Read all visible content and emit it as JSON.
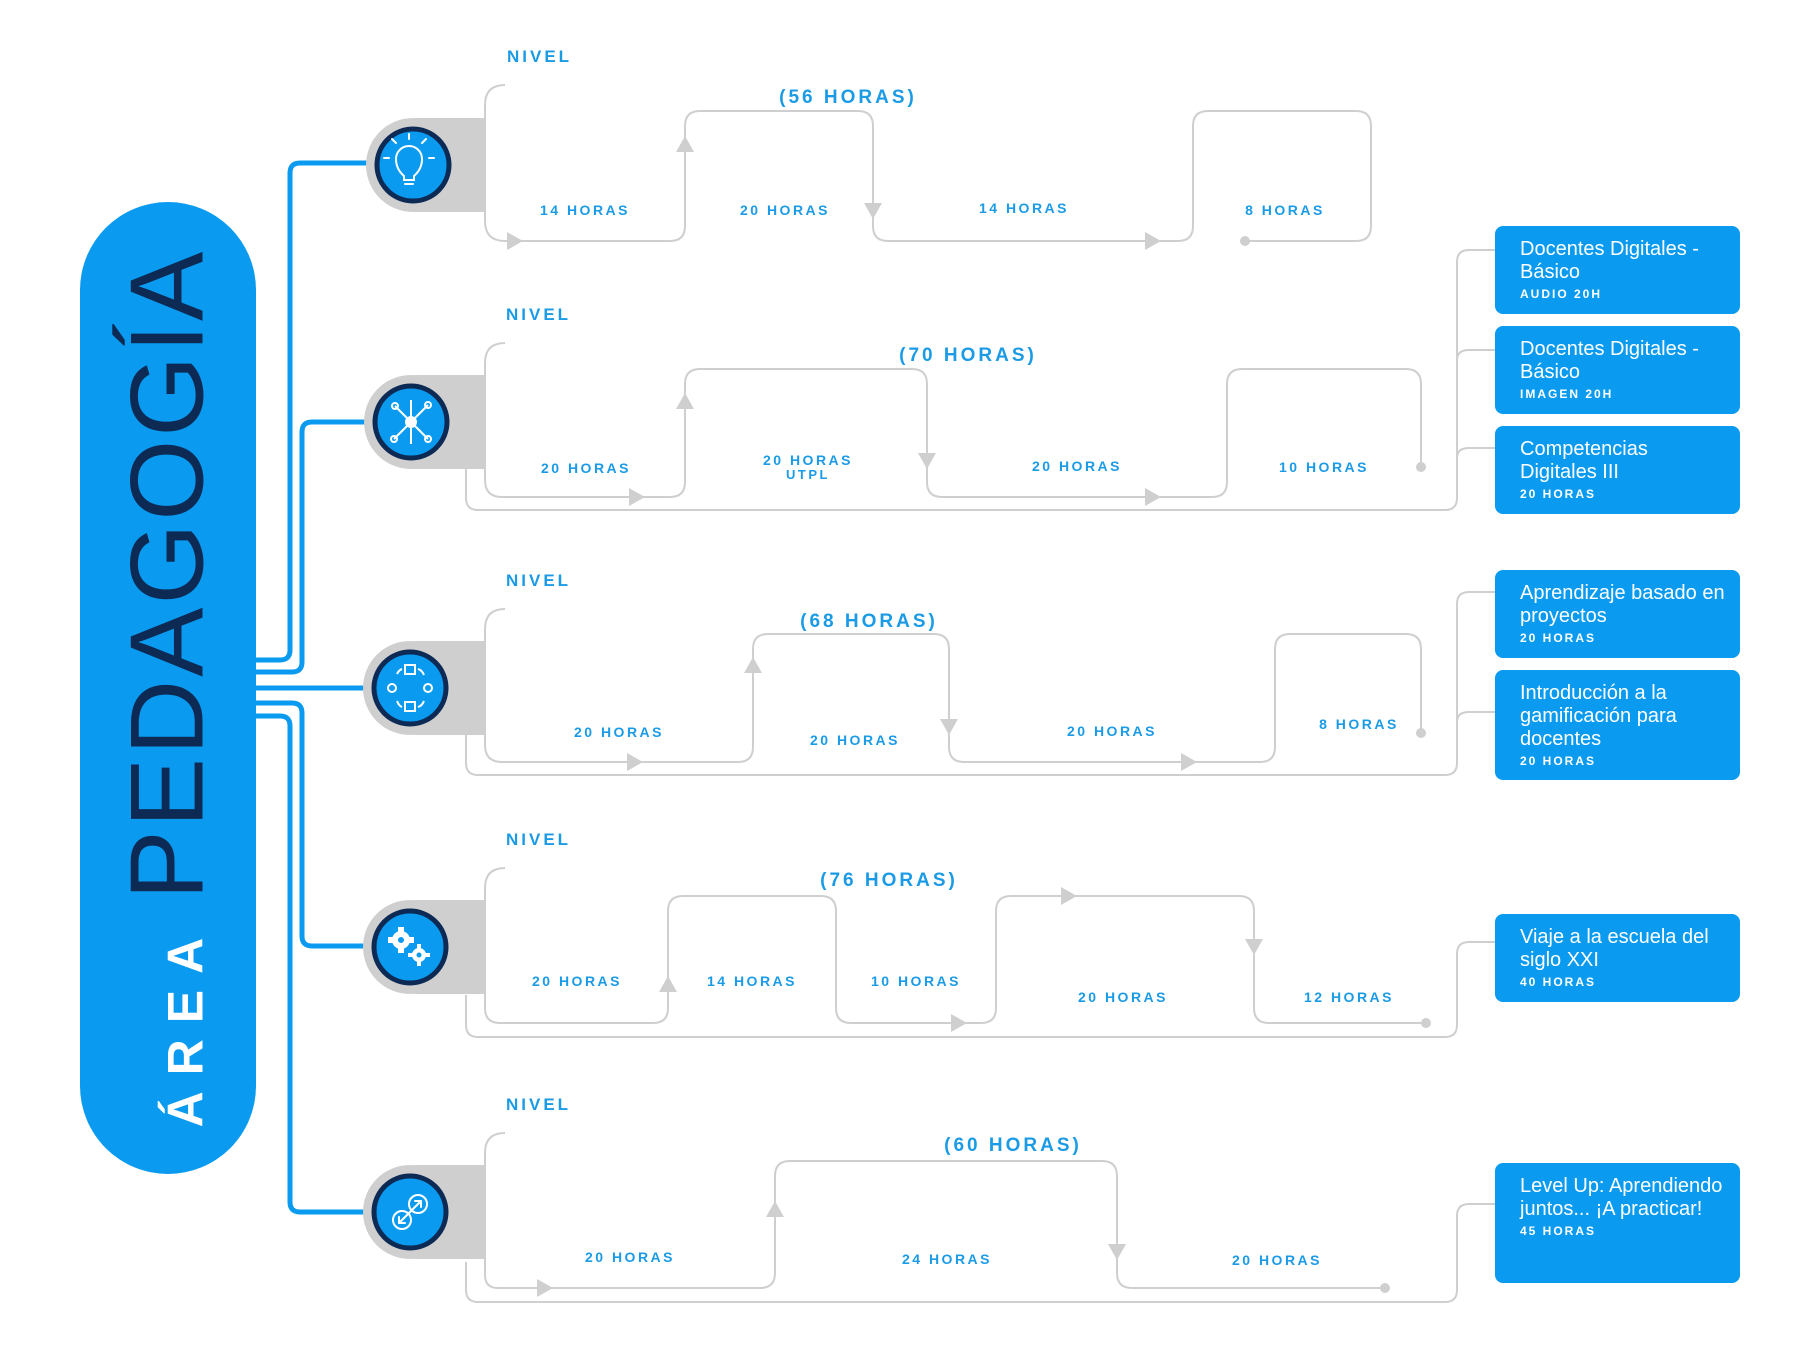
{
  "title": {
    "prefix": "ÁREA",
    "main": "PEDAGOGÍA"
  },
  "colors": {
    "accent": "#0a9bf0",
    "dark": "#0d2a55",
    "path": "#cfcfcf",
    "label": "#1b9be6"
  },
  "levels": [
    {
      "nivel": "NIVEL",
      "total": "(56 HORAS)",
      "icon": "lightbulb-icon",
      "labels": [
        "14 HORAS",
        "20 HORAS",
        "14 HORAS",
        "8 HORAS"
      ]
    },
    {
      "nivel": "NIVEL",
      "total": "(70 HORAS)",
      "icon": "network-icon",
      "labels": [
        "20 HORAS",
        "20 HORAS",
        "UTPL",
        "20 HORAS",
        "10 HORAS"
      ]
    },
    {
      "nivel": "NIVEL",
      "total": "(68 HORAS)",
      "icon": "cycle-icon",
      "labels": [
        "20 HORAS",
        "20 HORAS",
        "20 HORAS",
        "8 HORAS"
      ]
    },
    {
      "nivel": "NIVEL",
      "total": "(76 HORAS)",
      "icon": "gears-icon",
      "labels": [
        "20 HORAS",
        "14 HORAS",
        "10 HORAS",
        "20 HORAS",
        "12 HORAS"
      ]
    },
    {
      "nivel": "NIVEL",
      "total": "(60 HORAS)",
      "icon": "link-icon",
      "labels": [
        "20 HORAS",
        "24 HORAS",
        "20 HORAS"
      ]
    }
  ],
  "courses": [
    {
      "title": "Docentes Digitales - Básico",
      "hours": "AUDIO 20H"
    },
    {
      "title": "Docentes Digitales - Básico",
      "hours": "IMAGEN 20H"
    },
    {
      "title": "Competencias Digitales III",
      "hours": "20 HORAS"
    },
    {
      "title": "Aprendizaje basado en proyectos",
      "hours": "20 HORAS"
    },
    {
      "title": "Introducción a la gamificación para docentes",
      "hours": "20 HORAS"
    },
    {
      "title": "Viaje a la escuela del siglo XXI",
      "hours": "40 HORAS"
    },
    {
      "title": "Level Up: Aprendiendo juntos... ¡A practicar!",
      "hours": "45 HORAS"
    }
  ]
}
